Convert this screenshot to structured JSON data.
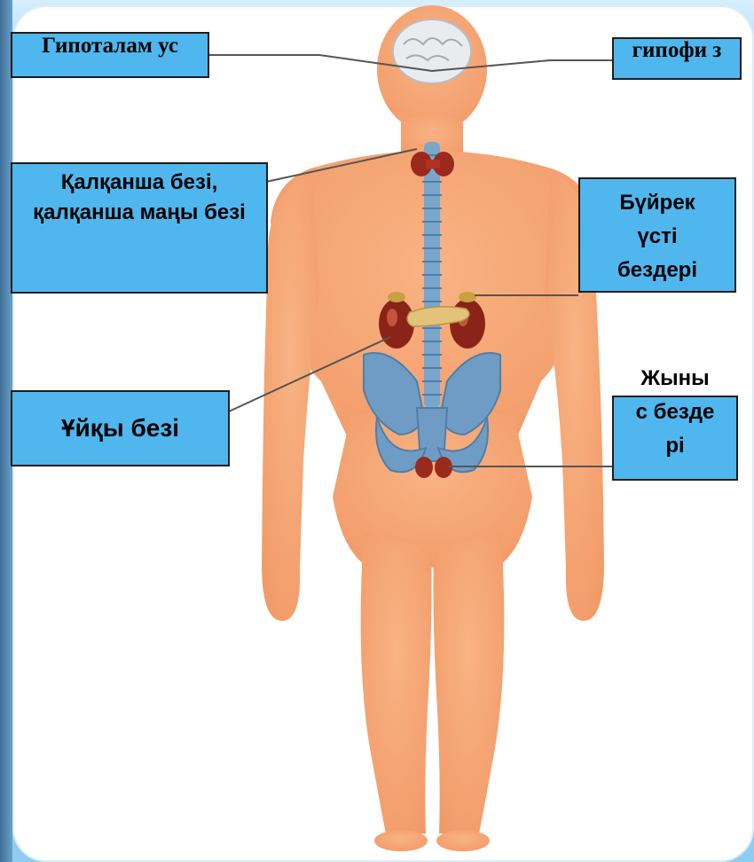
{
  "labels": {
    "hypothalamus": "Гипоталам ус",
    "pituitary": "гипофи з",
    "thyroid": "Қалқанша безі, қалқанша маңы безі",
    "adrenal": "Бүйрек үсті бездері",
    "pancreas": "Ұйқы безі",
    "gonads": "Жыны с безде рі"
  },
  "colors": {
    "label_fill": "#4fb7ee",
    "body_skin": "#f7a072",
    "background": "#8fcdf0",
    "bone": "#6f9cc4",
    "kidney": "#8a2418"
  }
}
